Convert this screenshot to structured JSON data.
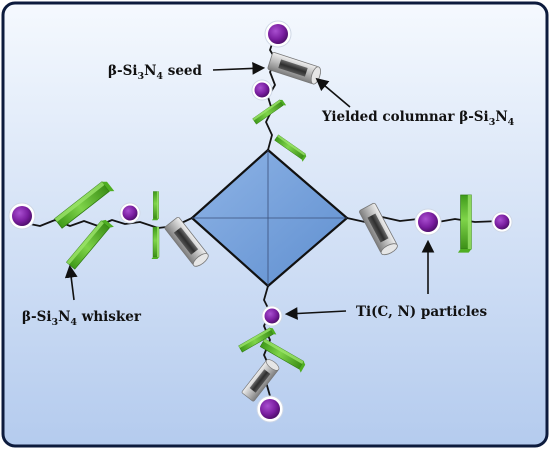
{
  "labels": {
    "seed": {
      "pre": "β-Si",
      "s1": "3",
      "mid": "N",
      "s2": "4",
      "post": " seed"
    },
    "columnar": {
      "pre": "Yielded columnar β-Si",
      "s1": "3",
      "mid": "N",
      "s2": "4",
      "post": ""
    },
    "whisker": {
      "pre": "β-Si",
      "s1": "3",
      "mid": "N",
      "s2": "4",
      "post": " whisker"
    },
    "particles": {
      "pre": "Ti(C, N) particles",
      "s1": "",
      "mid": "",
      "s2": "",
      "post": ""
    }
  },
  "colors": {
    "background_top": "#f4f8fd",
    "background_bottom": "#b7cdee",
    "frame_border": "#0d1b3d",
    "indent_fill": "#7ea6dc",
    "particle_fill": "#7a1ea0",
    "whisker_green": "#5fbf2c",
    "seed_gray": "#bcbcbc",
    "crack_line": "#141414"
  },
  "icons": {
    "particle": "purple-sphere-icon",
    "whisker": "green-hexagonal-rod-icon",
    "seed": "gray-columnar-grain-icon",
    "indent": "vickers-indent-diamond-icon"
  }
}
